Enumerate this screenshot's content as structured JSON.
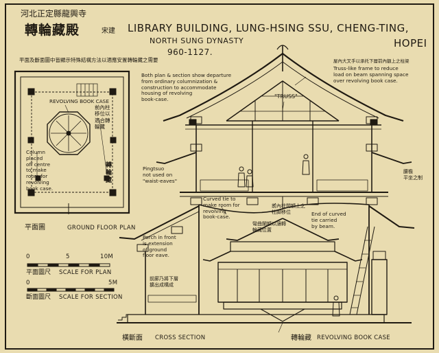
{
  "header": {
    "zh_location": "河北正定縣龍興寺",
    "zh_name": "轉輪藏殿",
    "zh_dynasty": "宋建",
    "title_line1": "LIBRARY BUILDING, LUNG-HSING SSU, CHENG-TING,",
    "title_line2": "HOPEI",
    "dynasty": "NORTH SUNG DYNASTY",
    "dates": "960-1127.",
    "zh_caption": "平面及斷面圖中皆顯示特殊結構方法以適應安置轉輪藏之需要"
  },
  "plan": {
    "revolving_label": "REVOLVING BOOK CASE",
    "zh_column_note": "前內柱\n移位以\n適合轉\n輪藏",
    "column_note": "Column\nplaced\noff centre\nto make\nroom for\nrevolving\nbook case.",
    "zh_wheel": "轉\n輪\n藏",
    "zh_plan_label": "平面圖",
    "plan_label": "GROUND FLOOR PLAN"
  },
  "scales": {
    "plan_ticks": [
      "0",
      "5",
      "10M"
    ],
    "plan_zh": "平面圖尺",
    "plan_label": "SCALE FOR PLAN",
    "section_ticks": [
      "0",
      "5M"
    ],
    "section_zh": "斷面圖尺",
    "section_label": "SCALE FOR SECTION"
  },
  "section": {
    "zh_truss_note": "屋內大叉手以承托下層前內額上之柱梁",
    "truss_note": "Truss-like frame to reduce\nload on beam spanning space\nover revolving book case.",
    "truss_label": "\"TRUSS\"",
    "departure_note": "Both plan & section show departure\nfrom ordinary columnization &\nconstruction to accommodate\nhousing of revolving\nbook-case.",
    "pingzuo_note": "Pingtsuo\nnot used on\n\"waist-eaves\"",
    "curved_tie_note": "Curved tie to\nmake room for\nrevolving\nbook-case.",
    "zh_curved_tie": "彎曲闌額以讓轉\n輪藏位置",
    "zh_beam_note": "前內柱間額上之\n柱脚移位",
    "end_tie_note": "End of curved\ntie carried\nby beam.",
    "porch_note": "Porch in front\nis extension\nof ground\nfloor eave.",
    "zh_porch": "前廊乃將下層\n擴出成構成",
    "zh_right_note": "腰檐\n平坐之制",
    "zh_section_label": "橫斷面",
    "section_label": "CROSS SECTION",
    "zh_case_label": "轉輪藏",
    "case_label": "REVOLVING BOOK CASE"
  }
}
